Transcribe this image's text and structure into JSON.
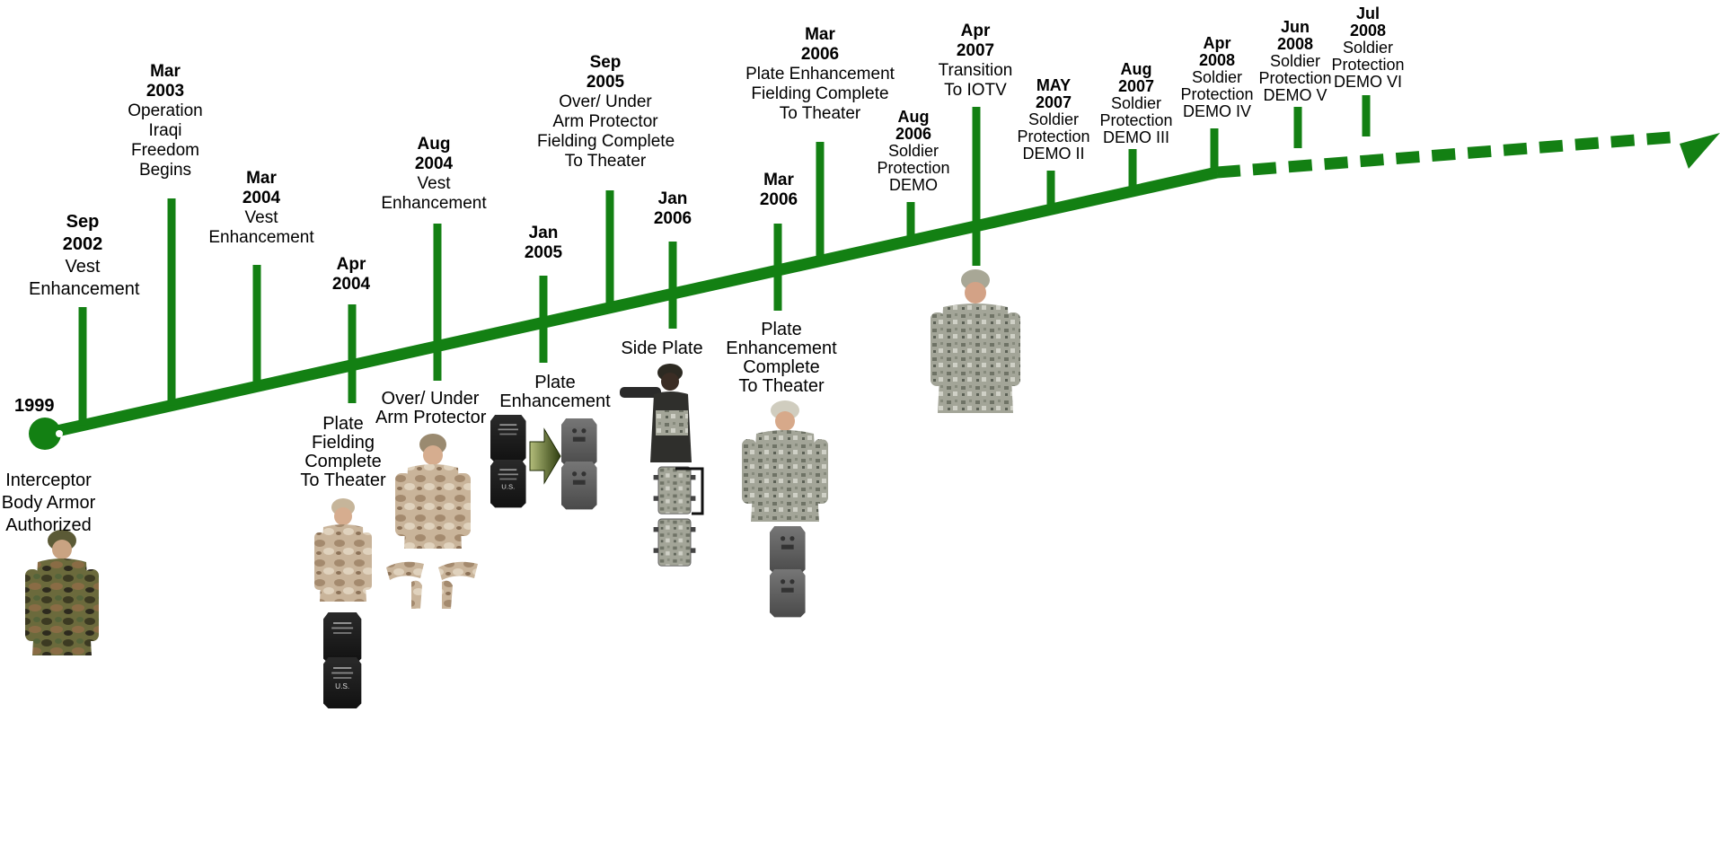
{
  "start": {
    "year": "1999",
    "lines": [
      "Interceptor",
      "Body Armor",
      "Authorized"
    ]
  },
  "events": [
    {
      "id": "sep-2002",
      "date": [
        "Sep",
        "2002"
      ],
      "text": [
        "Vest",
        "Enhancement"
      ]
    },
    {
      "id": "mar-2003",
      "date": [
        "Mar",
        "2003"
      ],
      "text": [
        "Operation",
        "Iraqi",
        "Freedom",
        "Begins"
      ]
    },
    {
      "id": "mar-2004",
      "date": [
        "Mar",
        "2004"
      ],
      "text": [
        "Vest",
        "Enhancement"
      ]
    },
    {
      "id": "apr-2004",
      "date": [
        "Apr",
        "2004"
      ],
      "text": []
    },
    {
      "id": "aug-2004",
      "date": [
        "Aug",
        "2004"
      ],
      "text": [
        "Vest",
        "Enhancement"
      ]
    },
    {
      "id": "jan-2005",
      "date": [
        "Jan",
        "2005"
      ],
      "text": []
    },
    {
      "id": "sep-2005",
      "date": [
        "Sep",
        "2005"
      ],
      "text": [
        "Over/ Under",
        "Arm Protector",
        "Fielding Complete",
        "To Theater"
      ]
    },
    {
      "id": "jan-2006",
      "date": [
        "Jan",
        "2006"
      ],
      "text": []
    },
    {
      "id": "mar-2006-a",
      "date": [
        "Mar",
        "2006"
      ],
      "text": []
    },
    {
      "id": "mar-2006-b",
      "date": [
        "Mar",
        "2006"
      ],
      "text": [
        "Plate Enhancement",
        "Fielding Complete",
        "To Theater"
      ]
    },
    {
      "id": "aug-2006",
      "date": [
        "Aug",
        "2006"
      ],
      "text": [
        "Soldier",
        "Protection",
        "DEMO"
      ]
    },
    {
      "id": "apr-2007",
      "date": [
        "Apr",
        "2007"
      ],
      "text": [
        "Transition",
        "To IOTV"
      ]
    },
    {
      "id": "may-2007",
      "date": [
        "MAY",
        "2007"
      ],
      "text": [
        "Soldier",
        "Protection",
        "DEMO II"
      ]
    },
    {
      "id": "aug-2007",
      "date": [
        "Aug",
        "2007"
      ],
      "text": [
        "Soldier",
        "Protection",
        "DEMO III"
      ]
    },
    {
      "id": "apr-2008",
      "date": [
        "Apr",
        "2008"
      ],
      "text": [
        "Soldier",
        "Protection",
        "DEMO IV"
      ]
    },
    {
      "id": "jun-2008",
      "date": [
        "Jun",
        "2008"
      ],
      "text": [
        "Soldier",
        "Protection",
        "DEMO V"
      ]
    },
    {
      "id": "jul-2008",
      "date": [
        "Jul",
        "2008"
      ],
      "text": [
        "Soldier",
        "Protection",
        "DEMO VI"
      ]
    }
  ],
  "lower_captions": {
    "plate_fielding": [
      "Plate",
      "Fielding",
      "Complete",
      "To Theater"
    ],
    "arm_protector": [
      "Over/ Under",
      "Arm Protector"
    ],
    "plate_enhancement": [
      "Plate",
      "Enhancement"
    ],
    "side_plate": [
      "Side Plate"
    ],
    "plate_enh_complete": [
      "Plate",
      "Enhancement",
      "Complete",
      "To Theater"
    ]
  },
  "plate_labels": {
    "us": "U.S."
  },
  "colors": {
    "timeline": "#138013",
    "label": "#000000",
    "arrow_fill": "#3d5214"
  },
  "icons": [
    "soldier-woodland-figure",
    "soldier-desert-figure",
    "soldier-acu-figure",
    "armor-plate-icon",
    "side-plate-icon",
    "shoulder-armor-icon"
  ]
}
